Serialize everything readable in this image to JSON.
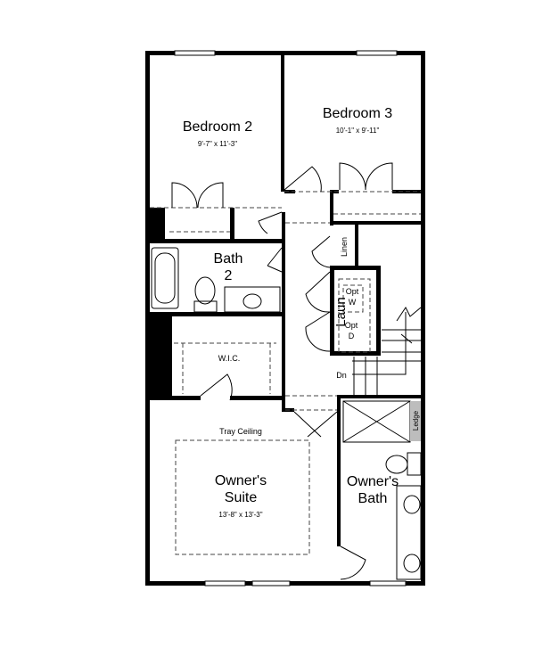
{
  "rooms": {
    "bedroom2": {
      "name": "Bedroom 2",
      "size": "9'-7\" x 11'-3\""
    },
    "bedroom3": {
      "name": "Bedroom 3",
      "size": "10'-1\" x 9'-11\""
    },
    "bath2": {
      "name_line1": "Bath",
      "name_line2": "2"
    },
    "wic": {
      "name": "W.I.C."
    },
    "linen": {
      "name": "Linen"
    },
    "laundry": {
      "name": "Laun",
      "opt_w_1": "Opt",
      "opt_w_2": "W",
      "opt_d_1": "Opt",
      "opt_d_2": "D"
    },
    "stairs": {
      "label": "Dn"
    },
    "owners_suite": {
      "ceiling": "Tray Ceiling",
      "name_line1": "Owner's",
      "name_line2": "Suite",
      "size": "13'-8\" x 13'-3\""
    },
    "owners_bath": {
      "name_line1": "Owner's",
      "name_line2": "Bath",
      "ledge": "Ledge"
    }
  },
  "colors": {
    "wall": "#000000",
    "ledge": "#bdbdbd"
  }
}
